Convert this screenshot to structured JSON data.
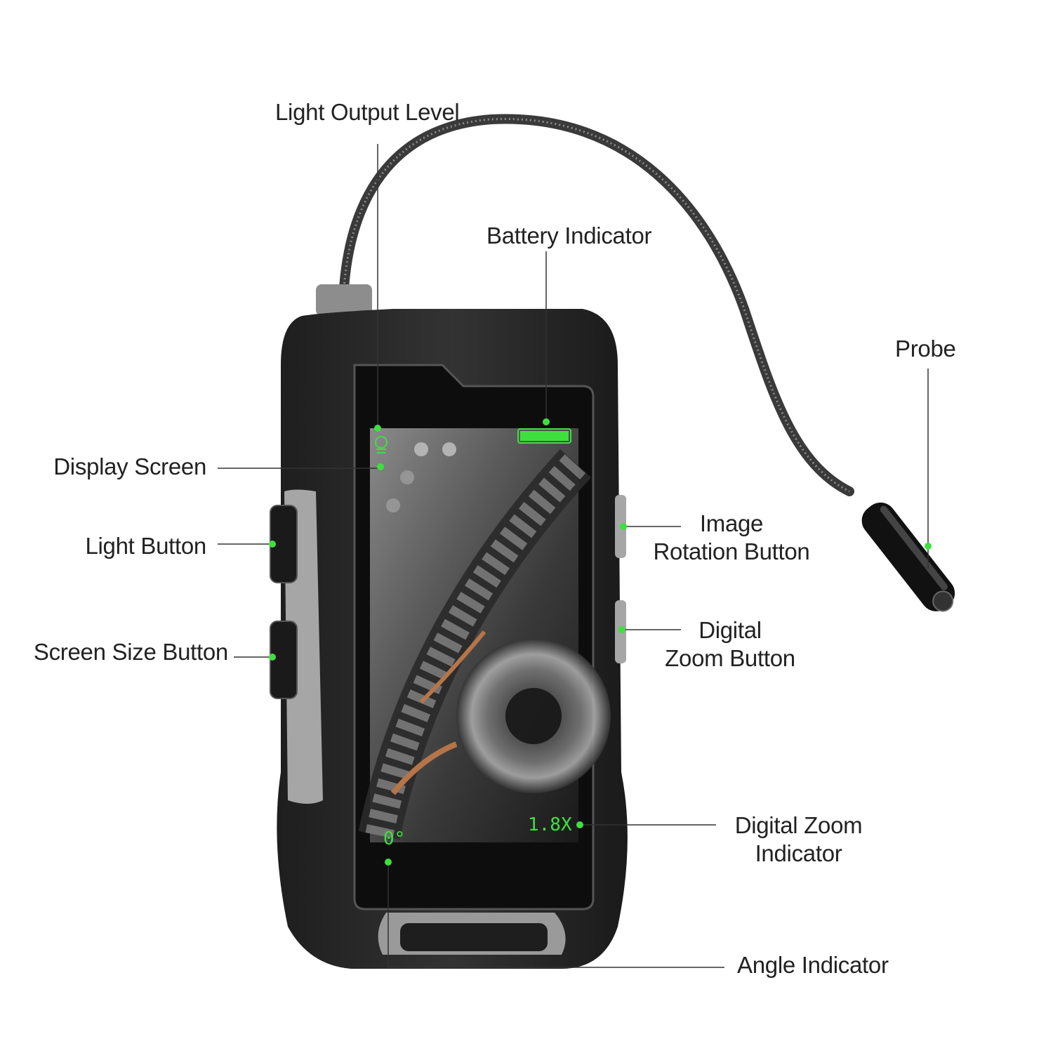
{
  "labels": {
    "light_output_level": "Light Output Level",
    "battery_indicator": "Battery Indicator",
    "probe": "Probe",
    "display_screen": "Display Screen",
    "light_button": "Light Button",
    "screen_size_button": "Screen Size Button",
    "image_rotation_button": [
      "Image",
      "Rotation Button"
    ],
    "digital_zoom_button": [
      "Digital",
      "Zoom Button"
    ],
    "digital_zoom_indicator": [
      "Digital Zoom",
      "Indicator"
    ],
    "angle_indicator": "Angle Indicator"
  },
  "screen_overlay": {
    "zoom": "1.8X",
    "angle": "0°"
  },
  "colors": {
    "marker_green": "#3ee03e",
    "device_body": "#2a2a2a",
    "device_grip_gray": "#9a9a9a",
    "leader_line": "#333333"
  }
}
